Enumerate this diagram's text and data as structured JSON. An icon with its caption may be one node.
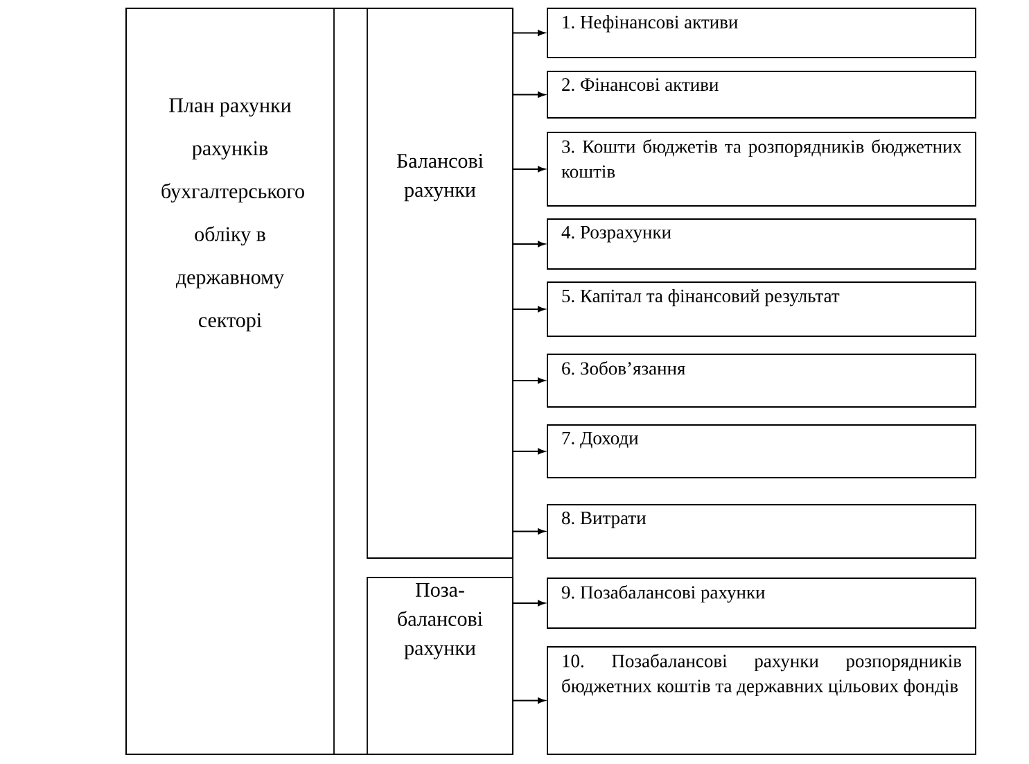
{
  "diagram": {
    "nodes": [
      {
        "text": [],
        "shape": "box"
      },
      {
        "text": [
          "План рахунки рахунків бухгалтерського обліку в державному секторі"
        ],
        "in": 0
      },
      {
        "text": [
          "Балансові рахунки"
        ],
        "in": 0
      },
      {
        "text": [
          "Поза- балансові рахунки"
        ],
        "in": 0
      },
      {
        "text": [
          "1. Нефінансові активи"
        ]
      },
      {
        "text": [
          "2. Фінансові активи"
        ]
      },
      {
        "text": [
          "3. Кошти бюджетів та розпорядників бюджетних коштів"
        ]
      },
      {
        "text": [
          "4. Розрахунки"
        ]
      },
      {
        "text": [
          "5. Капітал та фінансовий результат"
        ]
      },
      {
        "text": [
          "6. Зобов’язання"
        ]
      },
      {
        "text": [
          "7. Доходи"
        ]
      },
      {
        "text": [
          "8. Витрати"
        ]
      },
      {
        "text": [
          "9. Позабалансові рахунки"
        ]
      },
      {
        "text": [
          "10. Позабалансові рахунки розпорядників бюджетних коштів та державних цільових фондів"
        ]
      }
    ],
    "edges": [
      {
        "from": 2,
        "to": 4,
        "arrow": "to"
      },
      {
        "from": 2,
        "to": 5,
        "arrow": "to"
      },
      {
        "from": 2,
        "to": 6,
        "arrow": "to"
      },
      {
        "from": 2,
        "to": 7,
        "arrow": "to"
      },
      {
        "from": 2,
        "to": 8,
        "arrow": "to"
      },
      {
        "from": 2,
        "to": 9,
        "arrow": "to"
      },
      {
        "from": 2,
        "to": 10,
        "arrow": "to"
      },
      {
        "from": 2,
        "to": 11,
        "arrow": "to"
      },
      {
        "from": 3,
        "to": 12,
        "arrow": "to"
      },
      {
        "from": 3,
        "to": 13,
        "arrow": "to"
      }
    ]
  }
}
